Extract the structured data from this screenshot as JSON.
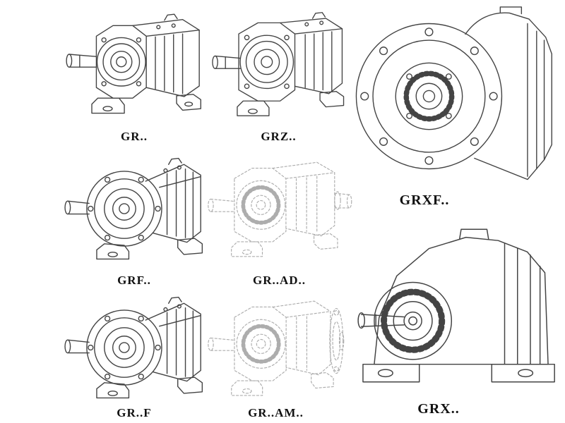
{
  "palette": {
    "background": "#ffffff",
    "line": "#444444",
    "ghost_line": "#adadad",
    "label": "#111111"
  },
  "catalog": {
    "items": [
      {
        "id": "gr",
        "label": "GR.."
      },
      {
        "id": "grz",
        "label": "GRZ.."
      },
      {
        "id": "grxf",
        "label": "GRXF.."
      },
      {
        "id": "grf",
        "label": "GRF.."
      },
      {
        "id": "gr-ad",
        "label": "GR..AD.."
      },
      {
        "id": "grx",
        "label": "GRX.."
      },
      {
        "id": "gr-f",
        "label": "GR..F"
      },
      {
        "id": "gr-am",
        "label": "GR..AM.."
      }
    ]
  }
}
